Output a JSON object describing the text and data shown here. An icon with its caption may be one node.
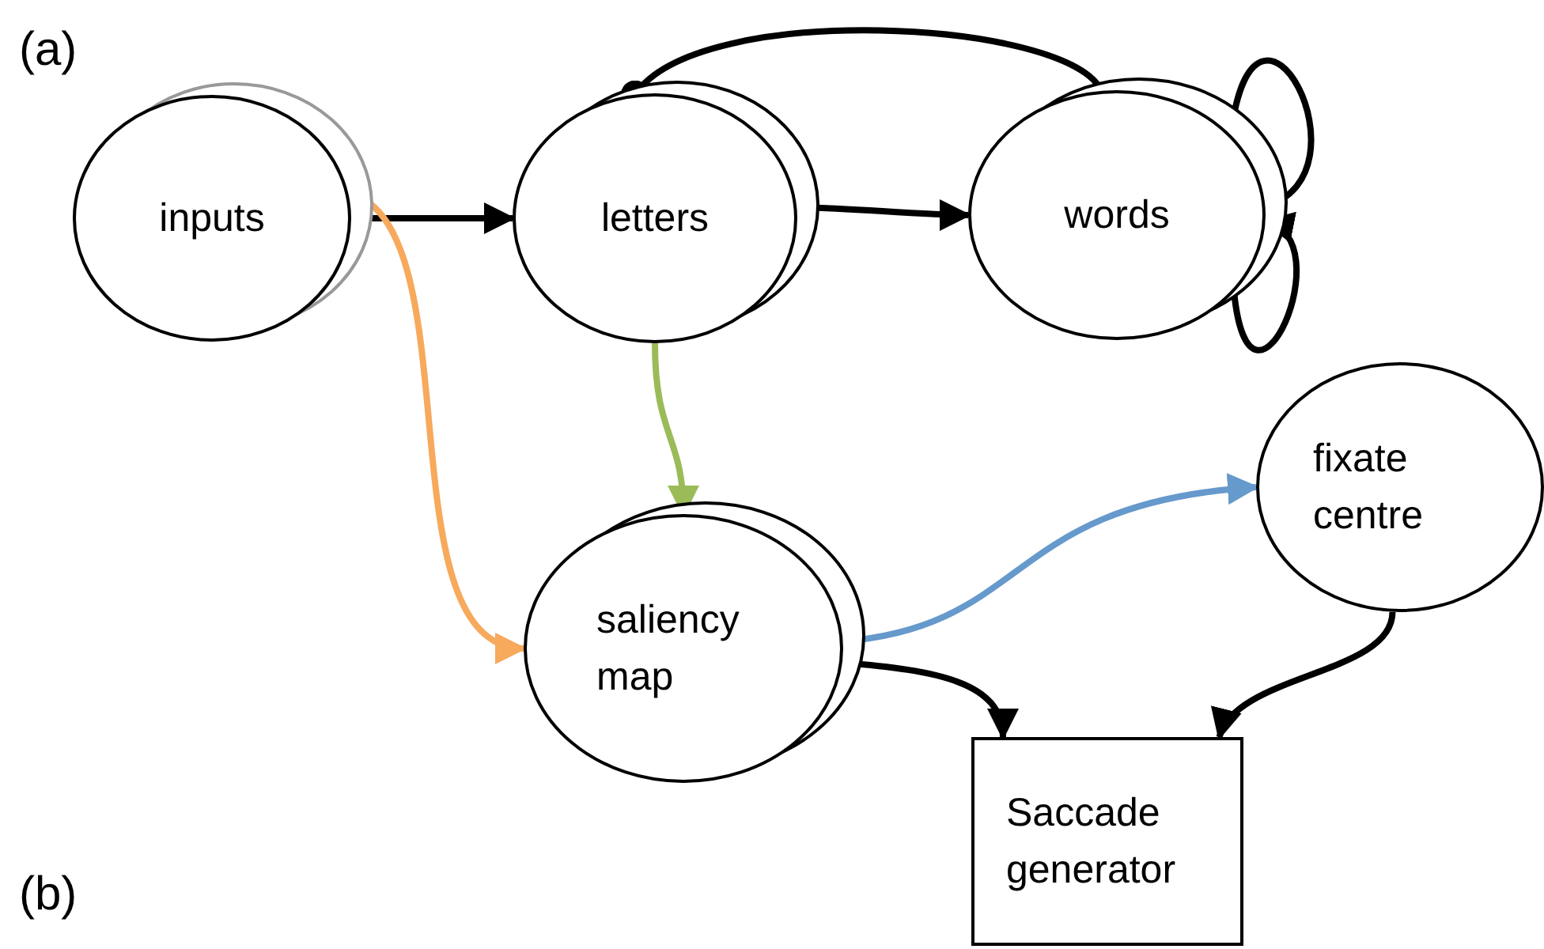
{
  "diagram": {
    "nodes": [
      {
        "text": [
          "inputs"
        ]
      },
      {
        "text": [
          "letters"
        ]
      },
      {
        "text": [
          "words"
        ]
      },
      {
        "text": [
          "saliency map"
        ]
      },
      {
        "text": [
          "fixate centre"
        ]
      },
      {
        "text": [
          "Saccade generator"
        ]
      }
    ],
    "edges": [
      {
        "from": 0,
        "to": 1,
        "arrow": "to"
      },
      {
        "from": 1,
        "to": 2,
        "arrow": "to"
      },
      {
        "from": 2,
        "to": 1,
        "arrow": "other"
      },
      {
        "from": 2,
        "to": 2,
        "arrow": "other"
      },
      {
        "from": 2,
        "to": 2,
        "arrow": "to"
      },
      {
        "from": 0,
        "to": 3,
        "arrow": "to",
        "color": "#f7a95c"
      },
      {
        "from": 1,
        "to": 3,
        "arrow": "to",
        "color": "#9bbb59"
      },
      {
        "from": 3,
        "to": 4,
        "arrow": "to",
        "color": "#6699cc"
      },
      {
        "from": 3,
        "to": 5,
        "arrow": "to"
      },
      {
        "from": 4,
        "to": 5,
        "arrow": "to"
      }
    ],
    "labels": [
      "(a)",
      "(b)"
    ]
  }
}
